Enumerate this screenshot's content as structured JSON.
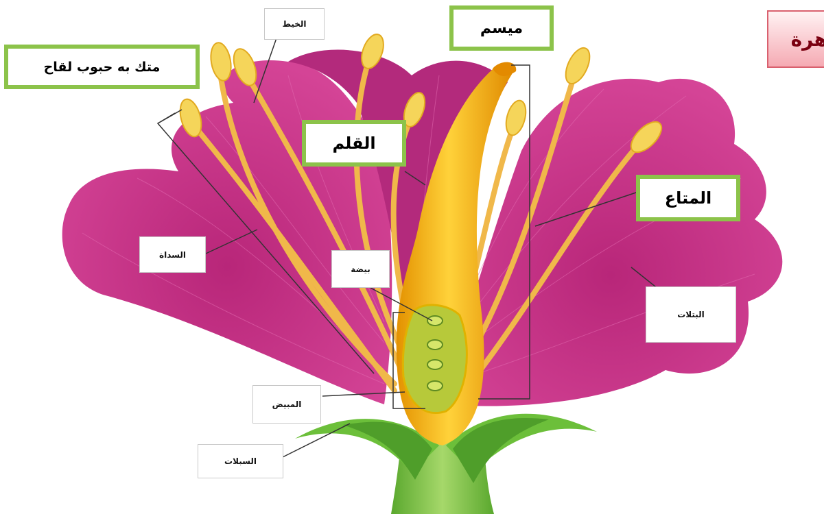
{
  "labels": {
    "title_pink": "هرة",
    "stigma": "ميسم",
    "filament": "الخيط",
    "anther_pollen": "متك به حبوب لقاح",
    "style": "القلم",
    "stamen_top": "المتاع",
    "stamen": "السداة",
    "ovule": "بيضة",
    "petals": "البتلات",
    "ovary": "المبيض",
    "sepals": "السبلات"
  },
  "colors": {
    "petal": "#c8348a",
    "petal_dark": "#9b1f6c",
    "pistil": "#f0a800",
    "filament": "#f0b84a",
    "anther": "#f5d55a",
    "sepal": "#6cbf3a",
    "label_border": "#8cc34a"
  }
}
